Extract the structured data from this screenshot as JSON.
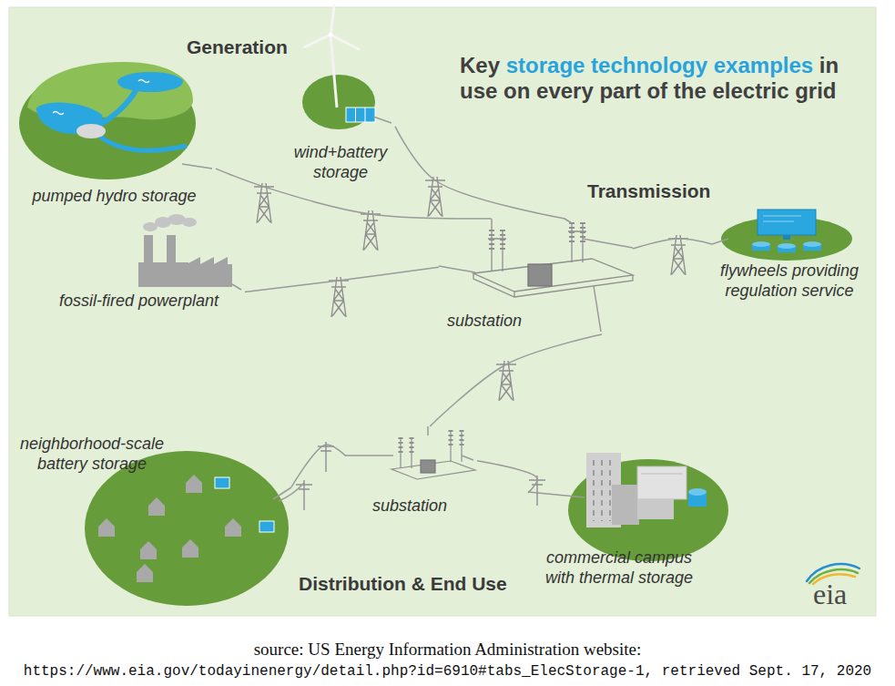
{
  "diagram": {
    "title": "Key storage technology examples in use on every part of the electric grid",
    "caption": "source: US Energy Information Administration website: https://www.eia.gov/todayinenergy/detail.php?id=6910#tabs_ElecStorage-1, retrieved Sept. 17, 2020",
    "nodes": [
      {
        "text": [
          "pumped hydro storage"
        ]
      },
      {
        "text": [
          "wind+battery storage"
        ]
      },
      {
        "text": [
          "fossil-fired powerplant"
        ]
      },
      {
        "text": [
          "substation"
        ]
      },
      {
        "text": [
          "flywheels providing regulation service"
        ]
      },
      {
        "text": [
          "neighborhood-scale battery storage"
        ]
      },
      {
        "text": [
          "substation"
        ]
      },
      {
        "text": [
          "commercial campus with thermal storage"
        ]
      }
    ],
    "edges": [
      {
        "from": 0,
        "to": 3,
        "arrow": "none"
      },
      {
        "from": 1,
        "to": 3,
        "arrow": "none"
      },
      {
        "from": 2,
        "to": 3,
        "arrow": "none"
      },
      {
        "from": 3,
        "to": 4,
        "arrow": "none"
      },
      {
        "from": 3,
        "to": 6,
        "arrow": "none"
      },
      {
        "from": 6,
        "to": 5,
        "arrow": "none"
      },
      {
        "from": 6,
        "to": 7,
        "arrow": "none"
      }
    ],
    "labels": [
      "Generation",
      "Transmission",
      "Distribution & End Use",
      "eia"
    ]
  }
}
